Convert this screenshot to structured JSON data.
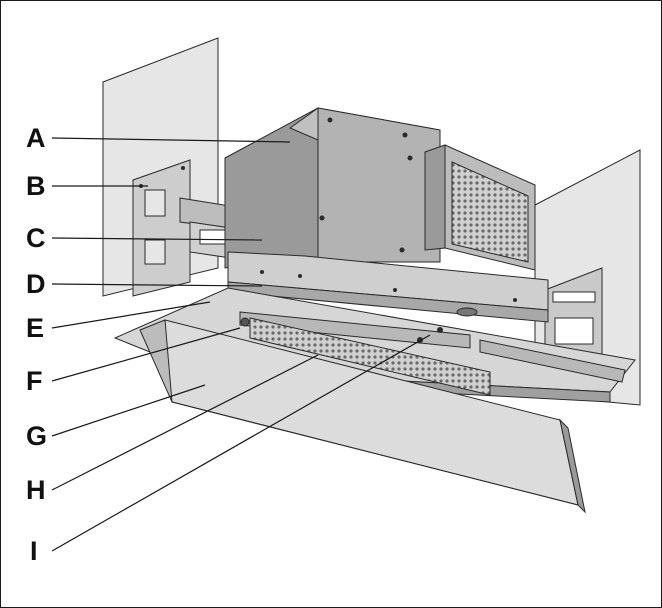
{
  "labels": [
    "A",
    "B",
    "C",
    "D",
    "E",
    "F",
    "G",
    "H",
    "I"
  ],
  "colors": {
    "wall": "#e6e6e6",
    "body_dark": "#9a9a9a",
    "body_mid": "#b3b3b3",
    "body_light": "#cfcfcf",
    "panel": "#d9d9d9",
    "outline": "#2a2a2a"
  }
}
